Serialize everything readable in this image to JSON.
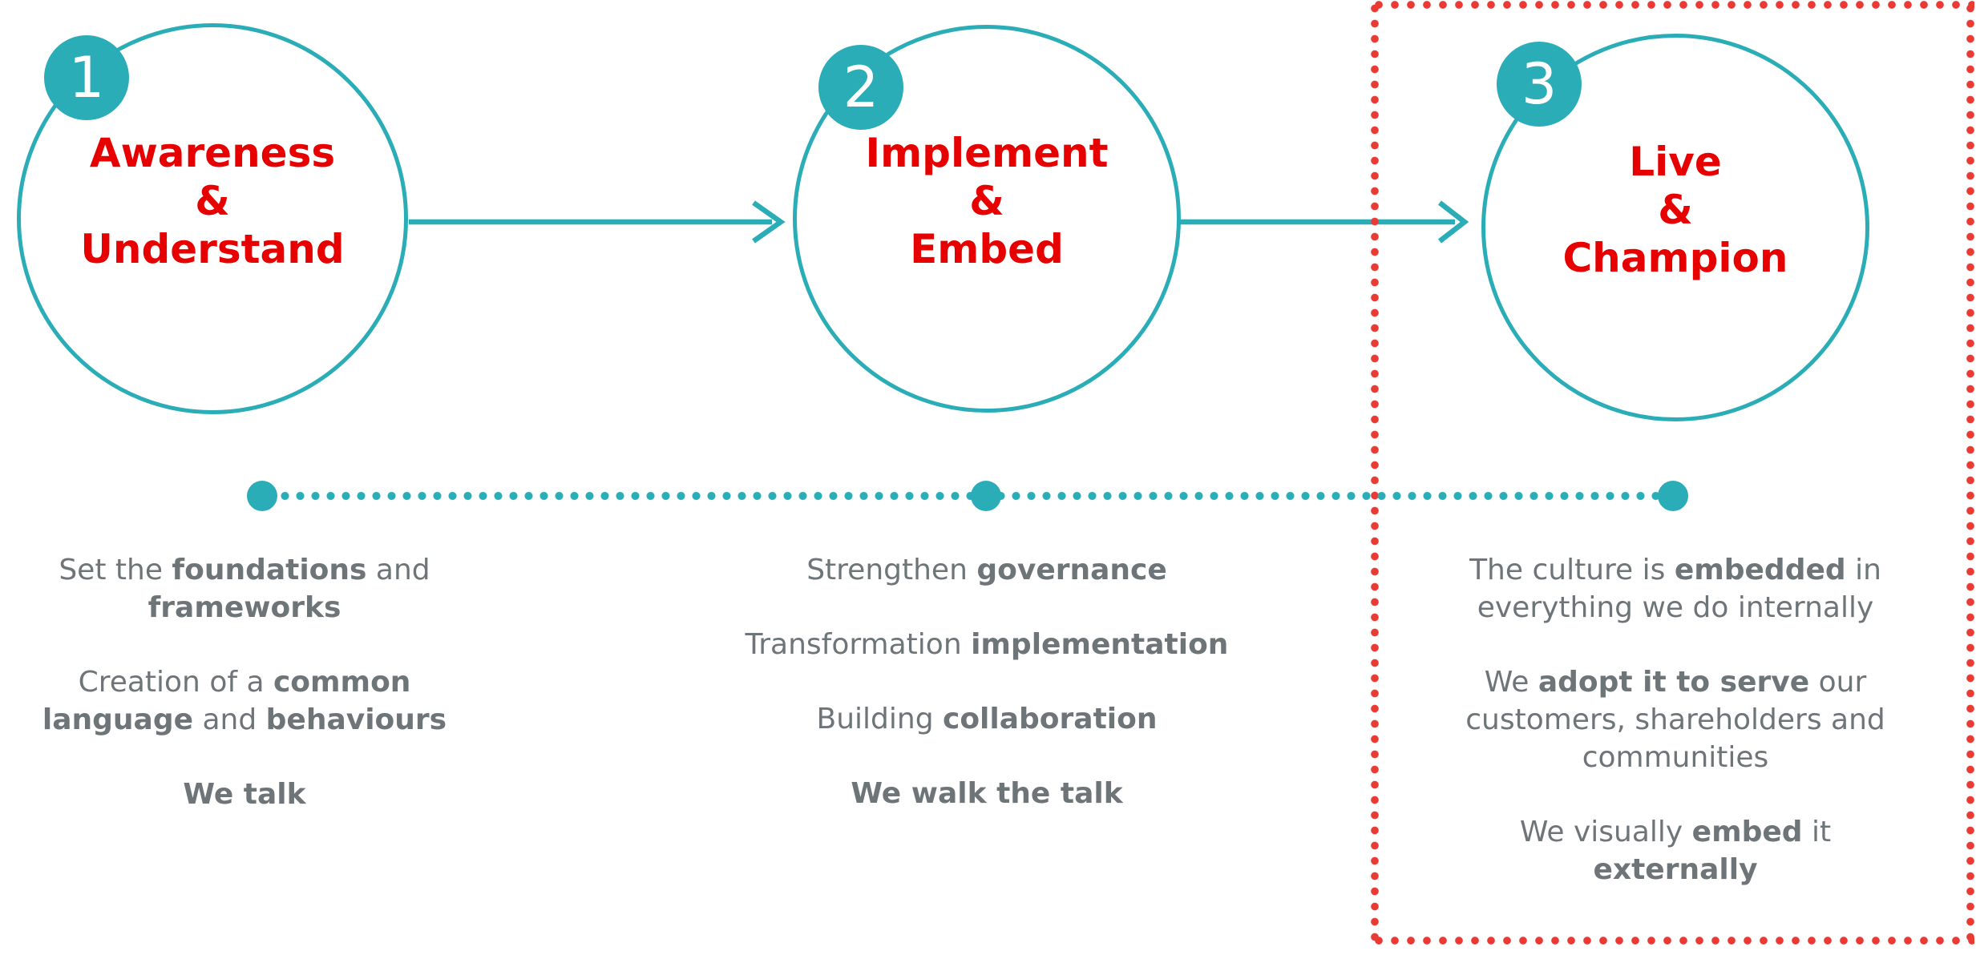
{
  "colors": {
    "teal": "#2AADB6",
    "red": "#E60000",
    "gray": "#6E7578",
    "dotted_box_red": "#EA3A34"
  },
  "phases": [
    {
      "number": "1",
      "title_lines": [
        "Awareness",
        "&",
        "Understand"
      ],
      "paragraphs": [
        [
          {
            "t": "Set the "
          },
          {
            "t": "foundations",
            "b": true
          },
          {
            "t": " and"
          },
          {
            "br": true
          },
          {
            "t": "frameworks",
            "b": true
          }
        ],
        [
          {
            "t": "Creation of a "
          },
          {
            "t": "common",
            "b": true
          },
          {
            "br": true
          },
          {
            "t": "language",
            "b": true
          },
          {
            "t": " and "
          },
          {
            "t": "behaviours",
            "b": true
          }
        ],
        [
          {
            "t": "We talk",
            "b": true
          }
        ]
      ]
    },
    {
      "number": "2",
      "title_lines": [
        "Implement",
        "&",
        "Embed"
      ],
      "paragraphs": [
        [
          {
            "t": "Strengthen "
          },
          {
            "t": "governance",
            "b": true
          }
        ],
        [
          {
            "t": "Transformation "
          },
          {
            "t": "implementation",
            "b": true
          }
        ],
        [
          {
            "t": "Building "
          },
          {
            "t": "collaboration",
            "b": true
          }
        ],
        [
          {
            "t": "We walk the talk",
            "b": true
          }
        ]
      ]
    },
    {
      "number": "3",
      "title_lines": [
        "Live",
        "&",
        "Champion"
      ],
      "paragraphs": [
        [
          {
            "t": "The culture is "
          },
          {
            "t": "embedded",
            "b": true
          },
          {
            "t": " in"
          },
          {
            "br": true
          },
          {
            "t": "everything we do internally"
          }
        ],
        [
          {
            "t": "We "
          },
          {
            "t": "adopt it to serve",
            "b": true
          },
          {
            "t": " our"
          },
          {
            "br": true
          },
          {
            "t": "customers, shareholders and"
          },
          {
            "br": true
          },
          {
            "t": "communities"
          }
        ],
        [
          {
            "t": "We visually "
          },
          {
            "t": "embed",
            "b": true
          },
          {
            "t": " it"
          },
          {
            "br": true
          },
          {
            "t": "externally",
            "b": true
          }
        ]
      ]
    }
  ]
}
